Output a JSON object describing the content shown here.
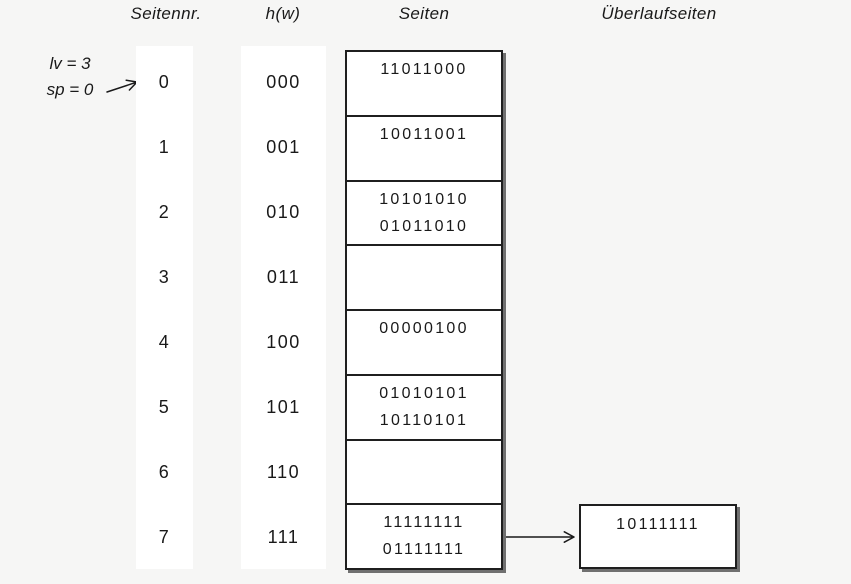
{
  "colors": {
    "background": "#f6f6f5",
    "surface": "#ffffff",
    "ink": "#191919",
    "box_shadow": "#707070"
  },
  "headers": {
    "page_number": "Seitennr.",
    "hash_function": "h(w)",
    "pages": "Seiten",
    "overflow_pages": "Überlaufseiten"
  },
  "annotation": {
    "level": "lv = 3",
    "split_pointer": "sp = 0"
  },
  "buckets": [
    {
      "nr": "0",
      "h": "000",
      "values": [
        "11011000"
      ]
    },
    {
      "nr": "1",
      "h": "001",
      "values": [
        "10011001"
      ]
    },
    {
      "nr": "2",
      "h": "010",
      "values": [
        "10101010",
        "01011010"
      ]
    },
    {
      "nr": "3",
      "h": "011",
      "values": []
    },
    {
      "nr": "4",
      "h": "100",
      "values": [
        "00000100"
      ]
    },
    {
      "nr": "5",
      "h": "101",
      "values": [
        "01010101",
        "10110101"
      ]
    },
    {
      "nr": "6",
      "h": "110",
      "values": []
    },
    {
      "nr": "7",
      "h": "111",
      "values": [
        "11111111",
        "01111111"
      ]
    }
  ],
  "overflow": {
    "value": "10111111",
    "linked_from_bucket": "7"
  }
}
